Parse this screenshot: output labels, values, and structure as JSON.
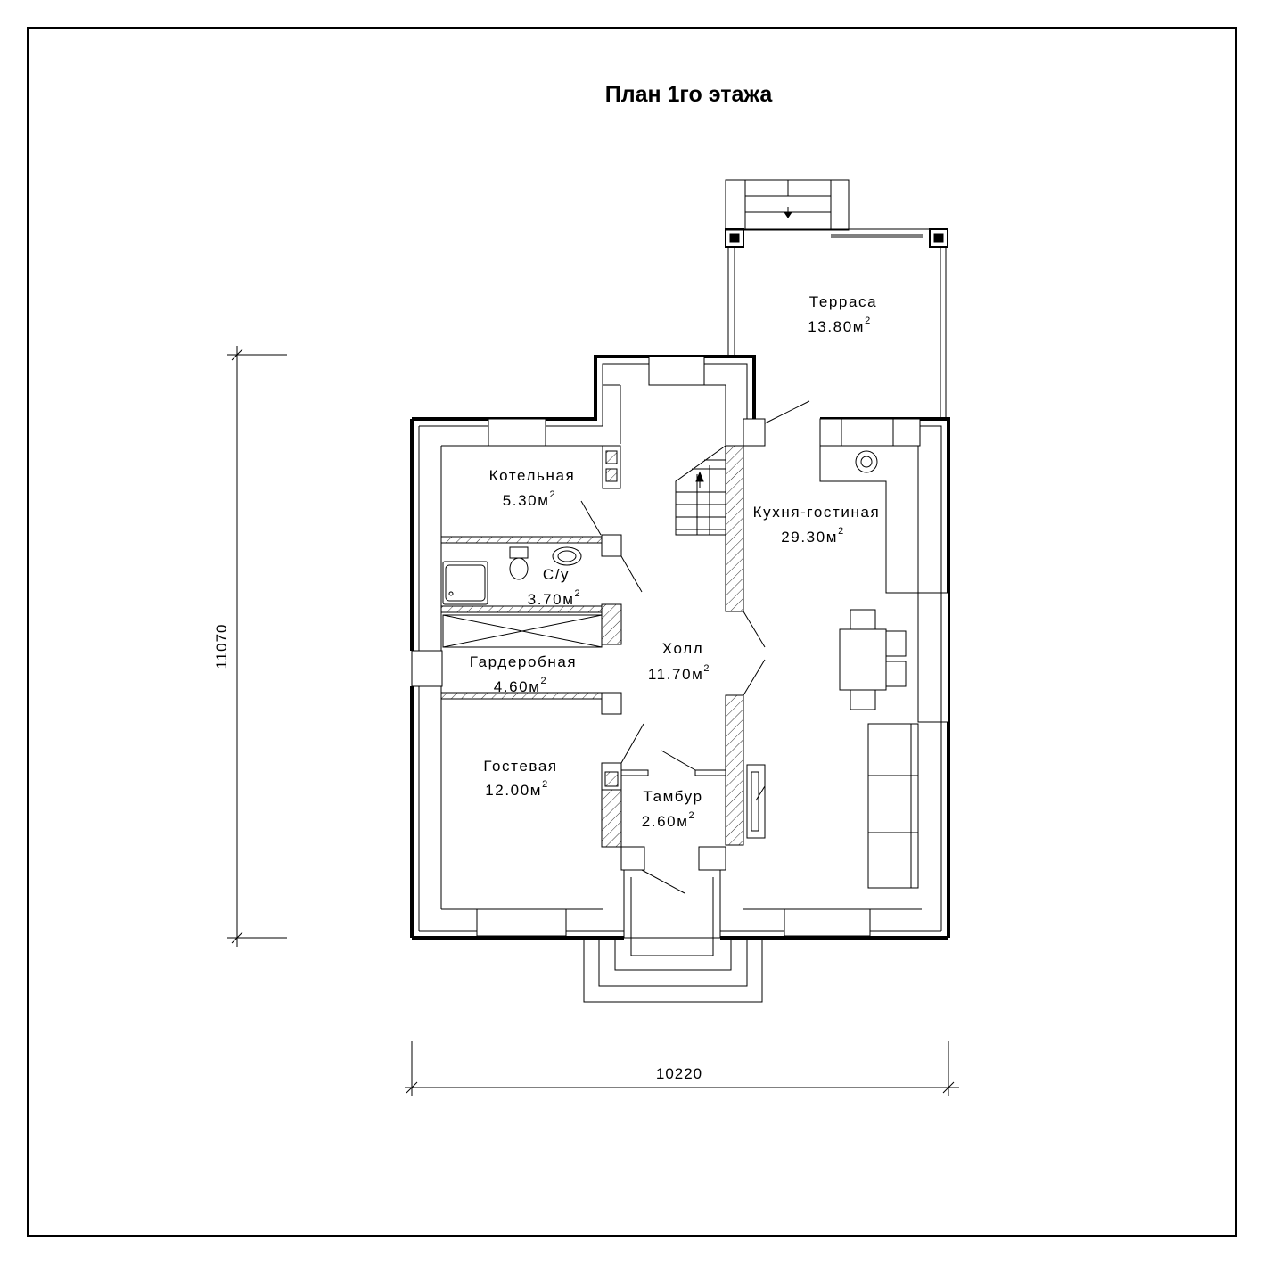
{
  "title": "План 1го этажа",
  "rooms": [
    {
      "name": "Терраса",
      "area": "13.80м",
      "sup": "2"
    },
    {
      "name": "Котельная",
      "area": "5.30м",
      "sup": "2"
    },
    {
      "name": "Кухня-гостиная",
      "area": "29.30м",
      "sup": "2"
    },
    {
      "name": "С/у",
      "area": "3.70м",
      "sup": "2"
    },
    {
      "name": "Холл",
      "area": "11.70м",
      "sup": "2"
    },
    {
      "name": "Гардеробная",
      "area": "4.60м",
      "sup": "2"
    },
    {
      "name": "Гостевая",
      "area": "12.00м",
      "sup": "2"
    },
    {
      "name": "Тамбур",
      "area": "2.60м",
      "sup": "2"
    }
  ],
  "dimensions": {
    "height": "11070",
    "width": "10220"
  }
}
